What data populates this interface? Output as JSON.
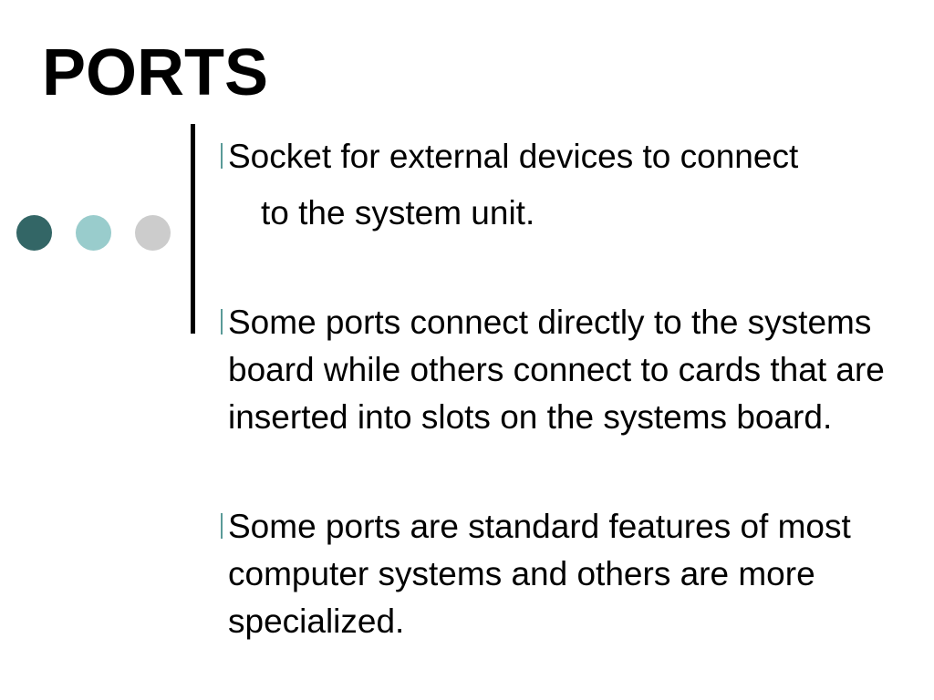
{
  "slide": {
    "title": "PORTS",
    "decorations": {
      "dot_colors": [
        "#336666",
        "#99CCCC",
        "#CCCCCC"
      ],
      "divider_color": "#000000",
      "bullet_color": "#5A9A98"
    },
    "bullets": [
      {
        "line1": "Socket for external devices to connect",
        "line2": "to the system unit."
      },
      {
        "text": "Some ports connect directly to the systems board while others connect to cards that are inserted into slots on the systems board."
      },
      {
        "text": "Some ports are standard features of most computer systems and others are more specialized."
      }
    ]
  }
}
